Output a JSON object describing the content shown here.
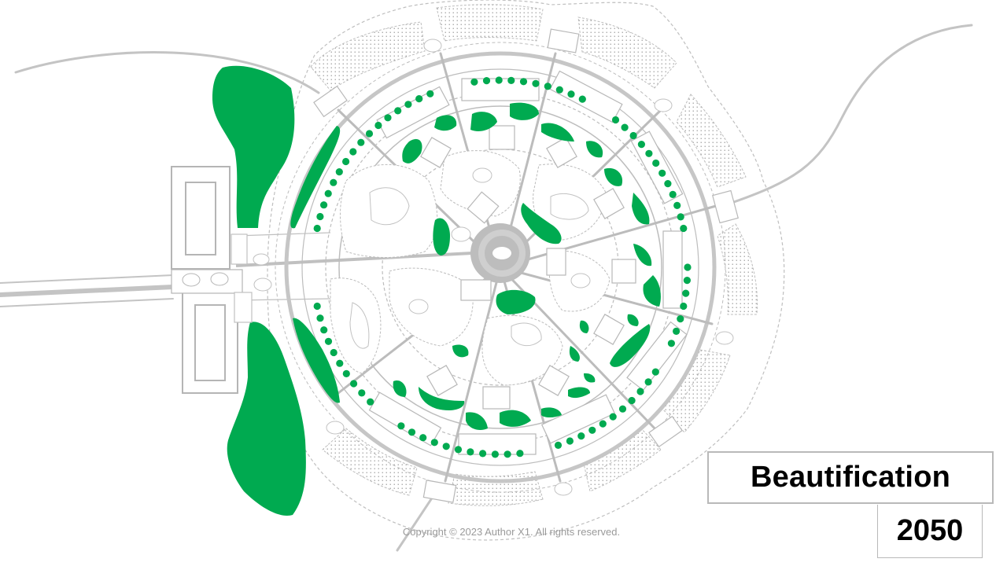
{
  "labels": {
    "title": "Beautification",
    "year": "2050",
    "copyright": "Copyright © 2023 Author X1. All rights reserved."
  },
  "colors": {
    "green": "#00aa50",
    "line": "#bdbdbd",
    "dashed": "#bfbfbf",
    "hatch": "#9c9c9c"
  }
}
